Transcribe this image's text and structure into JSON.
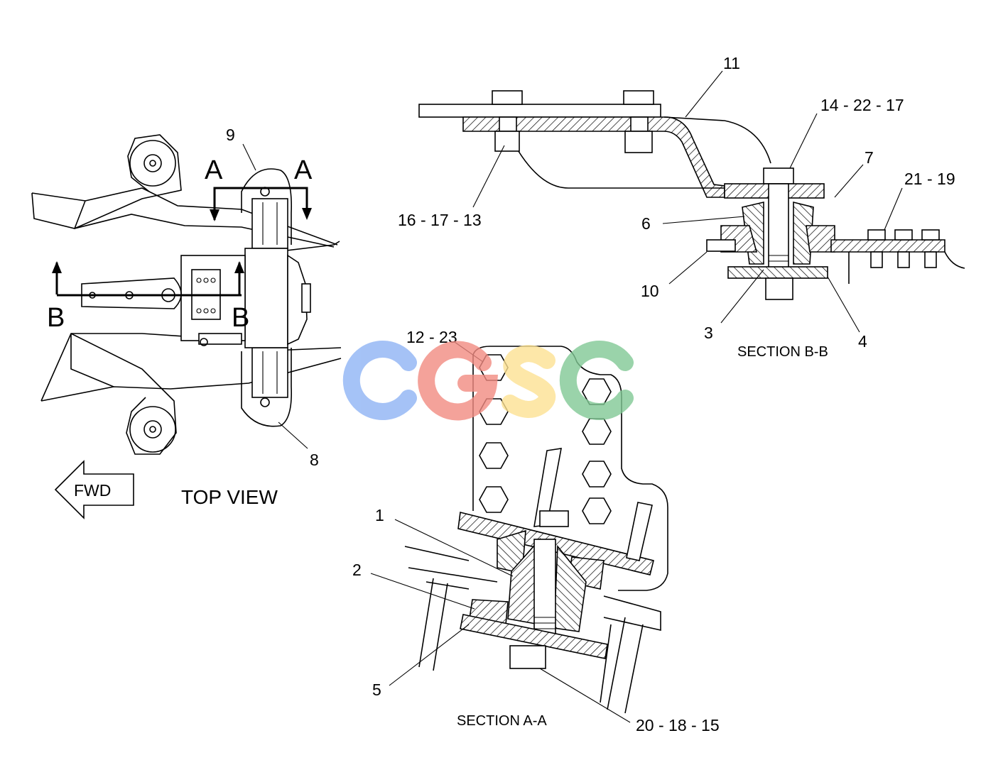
{
  "views": {
    "top_view": "TOP VIEW",
    "section_aa": "SECTION A-A",
    "section_bb": "SECTION B-B",
    "fwd": "FWD"
  },
  "cut_marks": {
    "a_left": "A",
    "a_right": "A",
    "b_left": "B",
    "b_right": "B"
  },
  "callouts": {
    "c1": "1",
    "c2": "2",
    "c3": "3",
    "c4": "4",
    "c5": "5",
    "c6": "6",
    "c7": "7",
    "c8": "8",
    "c9": "9",
    "c10": "10",
    "c11": "11",
    "c12_23": "12-23",
    "c14_22_17": "14-22-17",
    "c16_17_13": "16-17-13",
    "c20_18_15": "20-18-15",
    "c21_19": "21-19"
  },
  "watermark": {
    "letters": [
      "C",
      "G",
      "S",
      "C"
    ],
    "colors": [
      "#8fb4f5",
      "#f28b82",
      "#fde293",
      "#81c995"
    ]
  }
}
